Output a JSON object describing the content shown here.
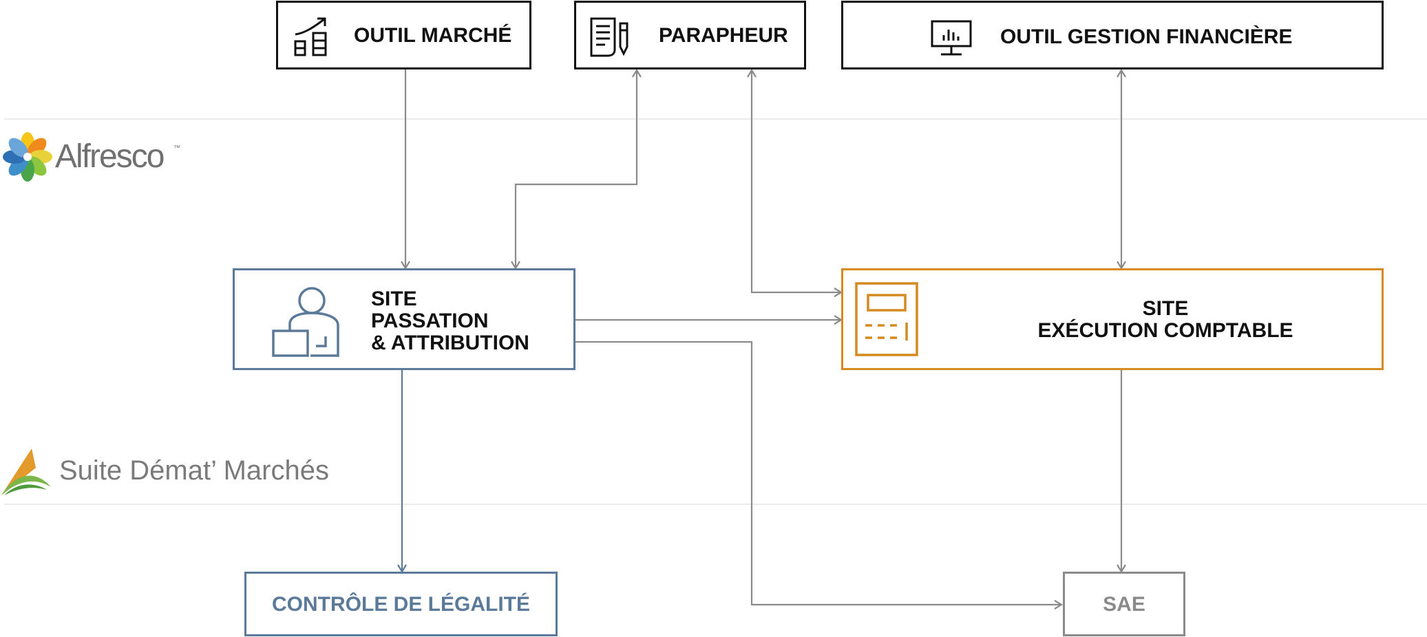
{
  "colors": {
    "connector": "#8a8a8a",
    "blue": "#5b7a99",
    "orange": "#d68a1e",
    "separator": "#e6e6e6"
  },
  "logos": {
    "alfresco": {
      "text": "Alfresco",
      "trademark": "™"
    },
    "suite": {
      "text": "Suite Démat’ Marchés"
    }
  },
  "nodes": {
    "outil_marche": {
      "label": "OUTIL MARCHÉ",
      "icon": "chart-growth-icon"
    },
    "parapheur": {
      "label": "PARAPHEUR",
      "icon": "document-pen-icon"
    },
    "outil_gestion": {
      "label": "OUTIL GESTION FINANCIÈRE",
      "icon": "monitor-chart-icon"
    },
    "site_passation": {
      "lines": [
        "SITE",
        "PASSATION",
        "& ATTRIBUTION"
      ],
      "icon": "user-desk-icon"
    },
    "site_execution": {
      "lines": [
        "SITE",
        "EXÉCUTION COMPTABLE"
      ],
      "icon": "calculator-icon"
    },
    "controle": {
      "label": "CONTRÔLE DE LÉGALITÉ"
    },
    "sae": {
      "label": "SAE"
    }
  }
}
